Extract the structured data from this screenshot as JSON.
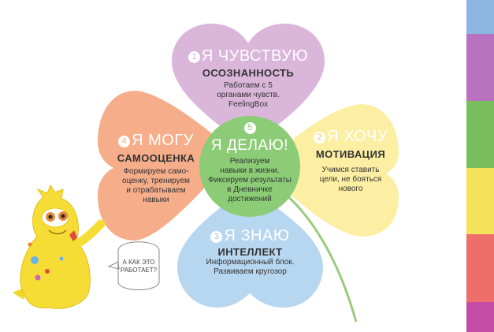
{
  "colors": {
    "purple": "#D9B6DA",
    "yellow": "#FCEFA3",
    "orange": "#F6AD8A",
    "blue": "#B7D6EF",
    "green": "#8CCC77",
    "stem": "#9ACB7F"
  },
  "petals": {
    "feel": {
      "number": "1",
      "title": "Я ЧУВСТВУЮ",
      "subtitle": "ОСОЗНАННОСТЬ",
      "text": [
        "Работаем с 5",
        "органами чувств.",
        "FeelingBox"
      ]
    },
    "want": {
      "number": "2",
      "title": "Я ХОЧУ",
      "subtitle": "МОТИВАЦИЯ",
      "text": [
        "Учимся ставить",
        "цели, не бояться",
        "нового"
      ]
    },
    "know": {
      "number": "3",
      "title": "Я ЗНАЮ",
      "subtitle": "ИНТЕЛЛЕКТ",
      "text": [
        "Информационный блок.",
        "Развиваем кругозор"
      ]
    },
    "can": {
      "number": "4",
      "title": "Я МОГУ",
      "subtitle": "САМООЦЕНКА",
      "text": [
        "Формируем само-",
        "оценку, тренируем",
        "и отрабатываем",
        "навыки"
      ]
    }
  },
  "center": {
    "number": "5",
    "title": "Я ДЕЛАЮ!",
    "text": [
      "Реализуем",
      "навыки в жизни.",
      "Фиксируем результаты",
      "в Дневничке",
      "достижений"
    ]
  },
  "bubble": {
    "text": [
      "А КАК ЭТО",
      "РАБОТАЕТ?"
    ]
  },
  "side_stripes": [
    "#8EB6E3",
    "#B872C0",
    "#78BF5C",
    "#F6E15A",
    "#EE6F6A",
    "#C44CA6"
  ]
}
